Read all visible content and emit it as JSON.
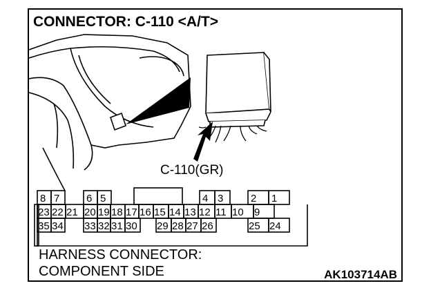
{
  "title": "CONNECTOR: C-110 <A/T>",
  "connector_label": "C-110(GR)",
  "harness_text": [
    "HARNESS CONNECTOR:",
    "COMPONENT SIDE"
  ],
  "figure_id": "AK103714AB",
  "pins": {
    "row1": [
      "8",
      "7",
      "6",
      "5",
      "4",
      "3",
      "2",
      "1"
    ],
    "row2": [
      "23",
      "22",
      "21",
      "20",
      "19",
      "18",
      "17",
      "16",
      "15",
      "14",
      "13",
      "12",
      "11",
      "10",
      "9"
    ],
    "row3": [
      "35",
      "34",
      "33",
      "32",
      "31",
      "30",
      "29",
      "28",
      "27",
      "26",
      "25",
      "24"
    ]
  }
}
